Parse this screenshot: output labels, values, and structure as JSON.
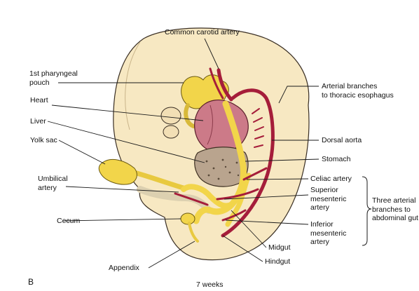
{
  "figure": {
    "panel_letter": "B",
    "caption": "7 weeks",
    "labels": {
      "common_carotid": "Common carotid artery",
      "pharyngeal_pouch": "1st pharyngeal\npouch",
      "heart": "Heart",
      "liver": "Liver",
      "yolk_sac": "Yolk sac",
      "umbilical_artery": "Umbilical\nartery",
      "cecum": "Cecum",
      "appendix": "Appendix",
      "arterial_branches_esophagus": "Arterial branches\nto thoracic esophagus",
      "dorsal_aorta": "Dorsal aorta",
      "stomach": "Stomach",
      "celiac_artery": "Celiac artery",
      "superior_mesenteric": "Superior\nmesenteric\nartery",
      "inferior_mesenteric": "Inferior\nmesenteric\nartery",
      "midgut": "Midgut",
      "hindgut": "Hindgut",
      "three_arterial_branches": "Three arterial\nbranches to\nabdominal gut"
    }
  },
  "colors": {
    "embryo_skin": "#f7e8c2",
    "artery": "#a51d3a",
    "gut": "#f2d54a",
    "heart": "#cc7a88",
    "liver": "#b9a48e"
  }
}
